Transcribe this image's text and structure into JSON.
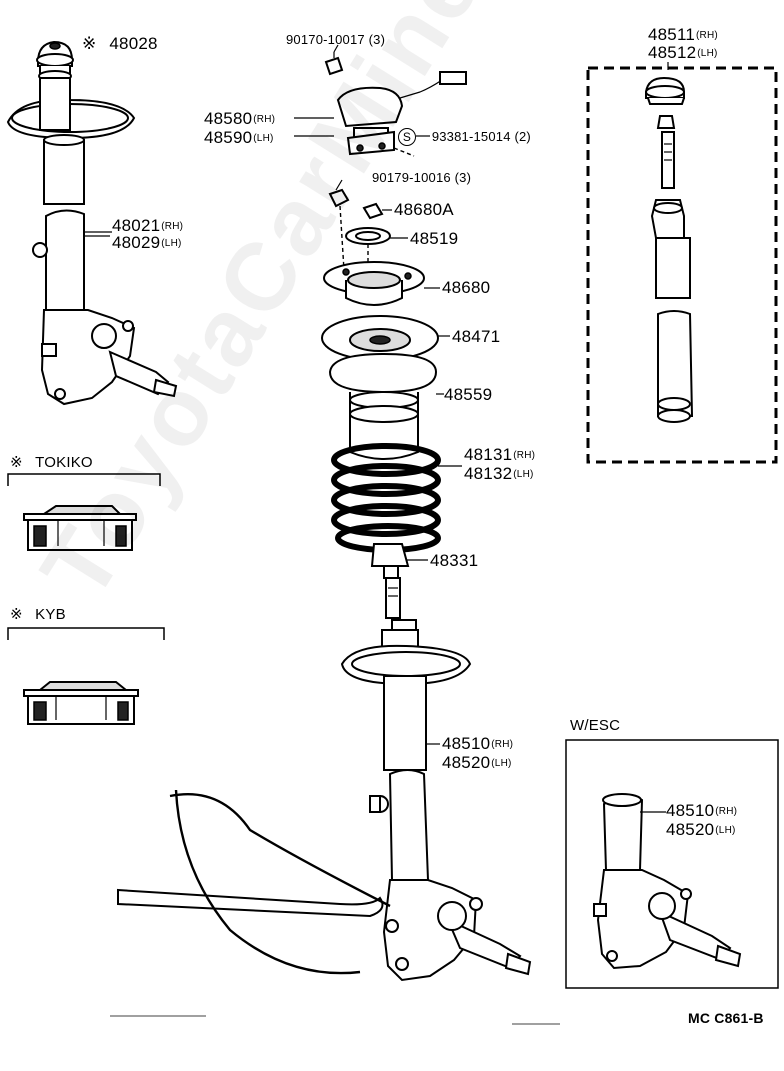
{
  "parts": {
    "support_cover": {
      "mark": "※",
      "code": "48028"
    },
    "strut_left": {
      "code_rh": "48021",
      "code_lh": "48029",
      "rh": "(RH)",
      "lh": "(LH)"
    },
    "nut_top": {
      "code": "90170-10017",
      "qty": "(3)"
    },
    "bracket": {
      "code_rh": "48580",
      "code_lh": "48590",
      "rh": "(RH)",
      "lh": "(LH)"
    },
    "screw": {
      "symbol": "S",
      "code": "93381-15014",
      "qty": "(2)"
    },
    "nut_mid": {
      "code": "90179-10016",
      "qty": "(3)"
    },
    "nut_48680a": {
      "code": "48680A"
    },
    "washer": {
      "code": "48519"
    },
    "support": {
      "code": "48680"
    },
    "seat_upper": {
      "code": "48471"
    },
    "insulator": {
      "code": "48559"
    },
    "spring": {
      "code_rh": "48131",
      "code_lh": "48132",
      "rh": "(RH)",
      "lh": "(LH)"
    },
    "bumper": {
      "code": "48331"
    },
    "shock_main": {
      "code_rh": "48510",
      "code_lh": "48520",
      "rh": "(RH)",
      "lh": "(LH)"
    },
    "box_right": {
      "code_rh": "48511",
      "code_lh": "48512",
      "rh": "(RH)",
      "lh": "(LH)"
    },
    "wesc": {
      "title": "W/ESC",
      "code_rh": "48510",
      "code_lh": "48520",
      "rh": "(RH)",
      "lh": "(LH)"
    }
  },
  "sections": {
    "tokiko": {
      "mark": "※",
      "title": "TOKIKO"
    },
    "kyb": {
      "mark": "※",
      "title": "KYB"
    }
  },
  "footer": {
    "code": "MC C861-B"
  },
  "watermark": "ToyotaCarMine.ru"
}
